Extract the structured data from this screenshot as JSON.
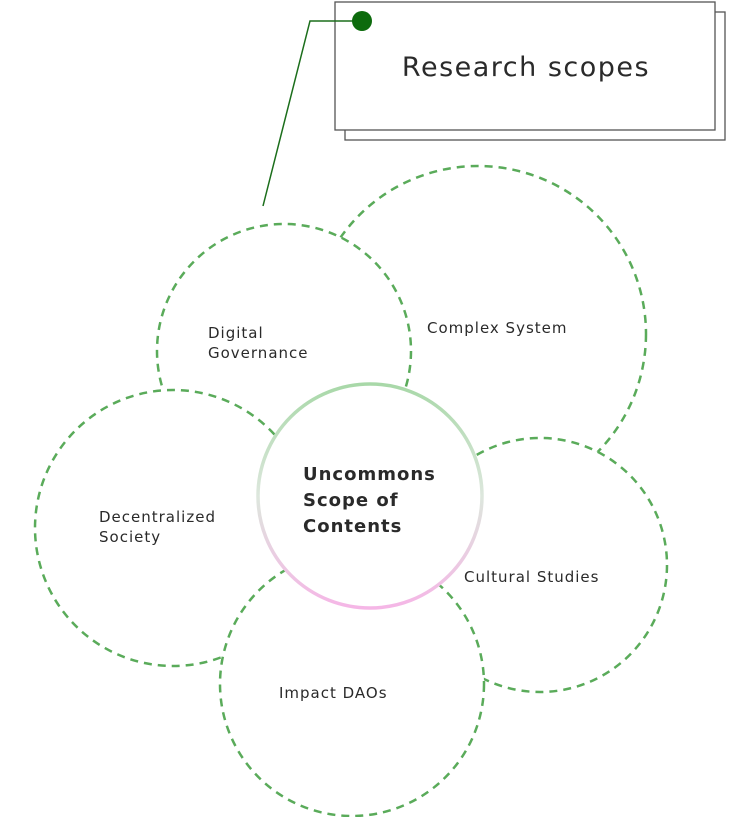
{
  "title": "Research scopes",
  "center": {
    "lines": [
      "Uncommons",
      "Scope of",
      "Contents"
    ]
  },
  "scopes": [
    {
      "lines": [
        "Complex System"
      ]
    },
    {
      "lines": [
        "Digital",
        "Governance"
      ]
    },
    {
      "lines": [
        "Decentralized",
        "Society"
      ]
    },
    {
      "lines": [
        "Impact DAOs"
      ]
    },
    {
      "lines": [
        "Cultural Studies"
      ]
    }
  ],
  "colors": {
    "dash": "#5aab5a",
    "leader": "#1b6e1b",
    "dot": "#0d6b0d",
    "ring_top": "#a8d8a8",
    "ring_bottom": "#f5b6e6",
    "text": "#2a2a2a"
  }
}
